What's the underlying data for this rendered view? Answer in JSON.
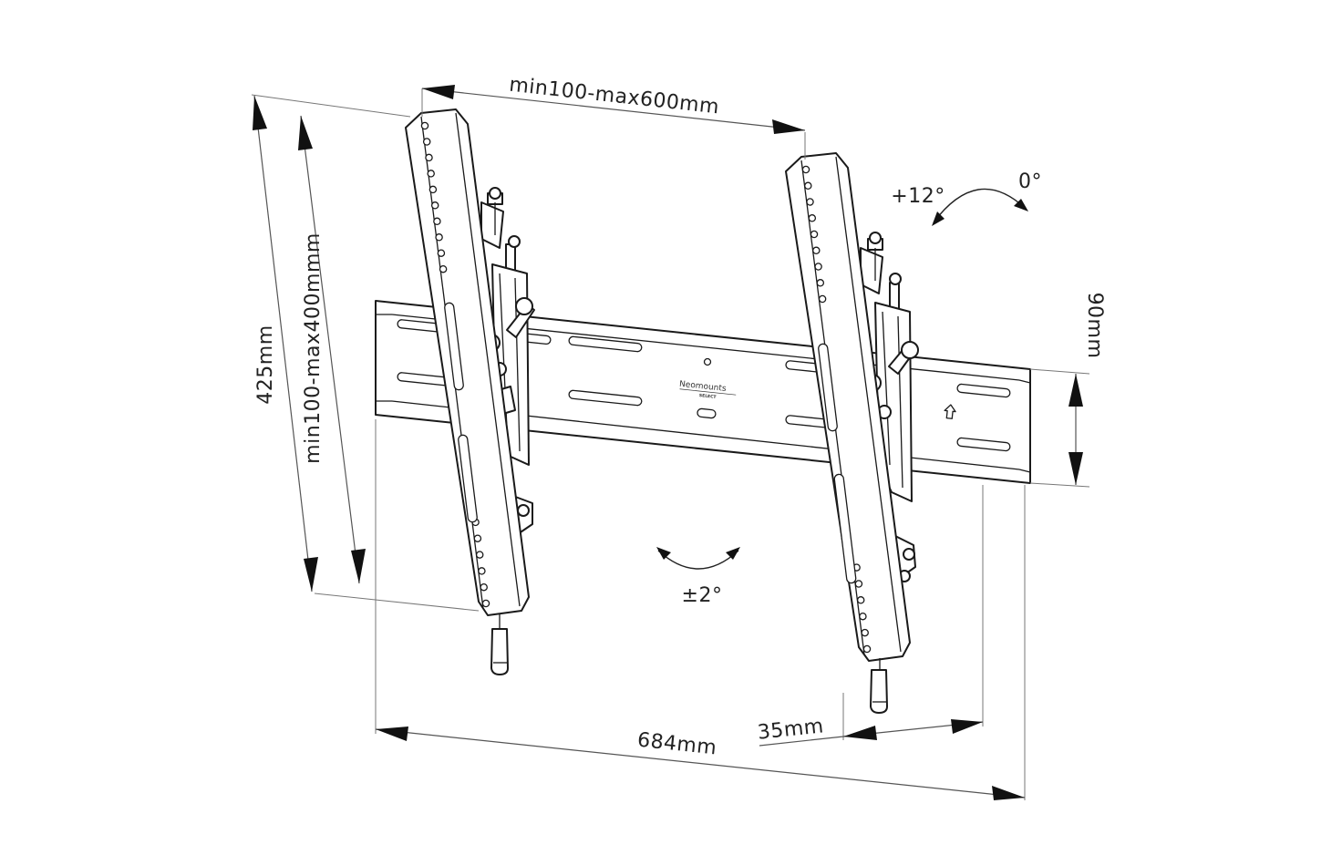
{
  "dimensions": {
    "vesa_width": "min100-max600mm",
    "vesa_height": "min100-max400mmm",
    "total_height": "425mm",
    "rail_height": "90mm",
    "total_width": "684mm",
    "wall_distance": "35mm",
    "tilt_up": "+12°",
    "tilt_zero": "0°",
    "level_adjust": "±2°"
  },
  "brand": {
    "name": "Neomounts",
    "line": "SELECT"
  },
  "icons": {
    "up": "up-arrow-icon"
  },
  "colors": {
    "line": "#1a1a1a",
    "dimension": "#555555",
    "background": "#ffffff"
  }
}
